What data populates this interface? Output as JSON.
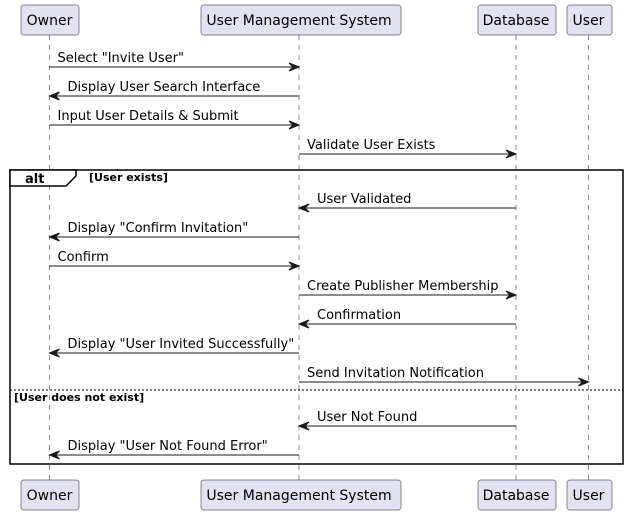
{
  "participants": [
    {
      "id": "owner",
      "label": "Owner"
    },
    {
      "id": "ums",
      "label": "User Management System"
    },
    {
      "id": "db",
      "label": "Database"
    },
    {
      "id": "user",
      "label": "User"
    }
  ],
  "messages": [
    {
      "from": "owner",
      "to": "ums",
      "text": "Select \"Invite User\""
    },
    {
      "from": "ums",
      "to": "owner",
      "text": "Display User Search Interface"
    },
    {
      "from": "owner",
      "to": "ums",
      "text": "Input User Details & Submit"
    },
    {
      "from": "ums",
      "to": "db",
      "text": "Validate User Exists"
    },
    {
      "from": "db",
      "to": "ums",
      "text": "User Validated"
    },
    {
      "from": "ums",
      "to": "owner",
      "text": "Display \"Confirm Invitation\""
    },
    {
      "from": "owner",
      "to": "ums",
      "text": "Confirm"
    },
    {
      "from": "ums",
      "to": "db",
      "text": "Create Publisher Membership"
    },
    {
      "from": "db",
      "to": "ums",
      "text": "Confirmation"
    },
    {
      "from": "ums",
      "to": "owner",
      "text": "Display \"User Invited Successfully\""
    },
    {
      "from": "ums",
      "to": "user",
      "text": "Send Invitation Notification"
    },
    {
      "from": "db",
      "to": "ums",
      "text": "User Not Found"
    },
    {
      "from": "ums",
      "to": "owner",
      "text": "Display \"User Not Found Error\""
    }
  ],
  "alt_frame": {
    "keyword": "alt",
    "guard": "[User exists]",
    "else_guard": "[User does not exist]"
  }
}
